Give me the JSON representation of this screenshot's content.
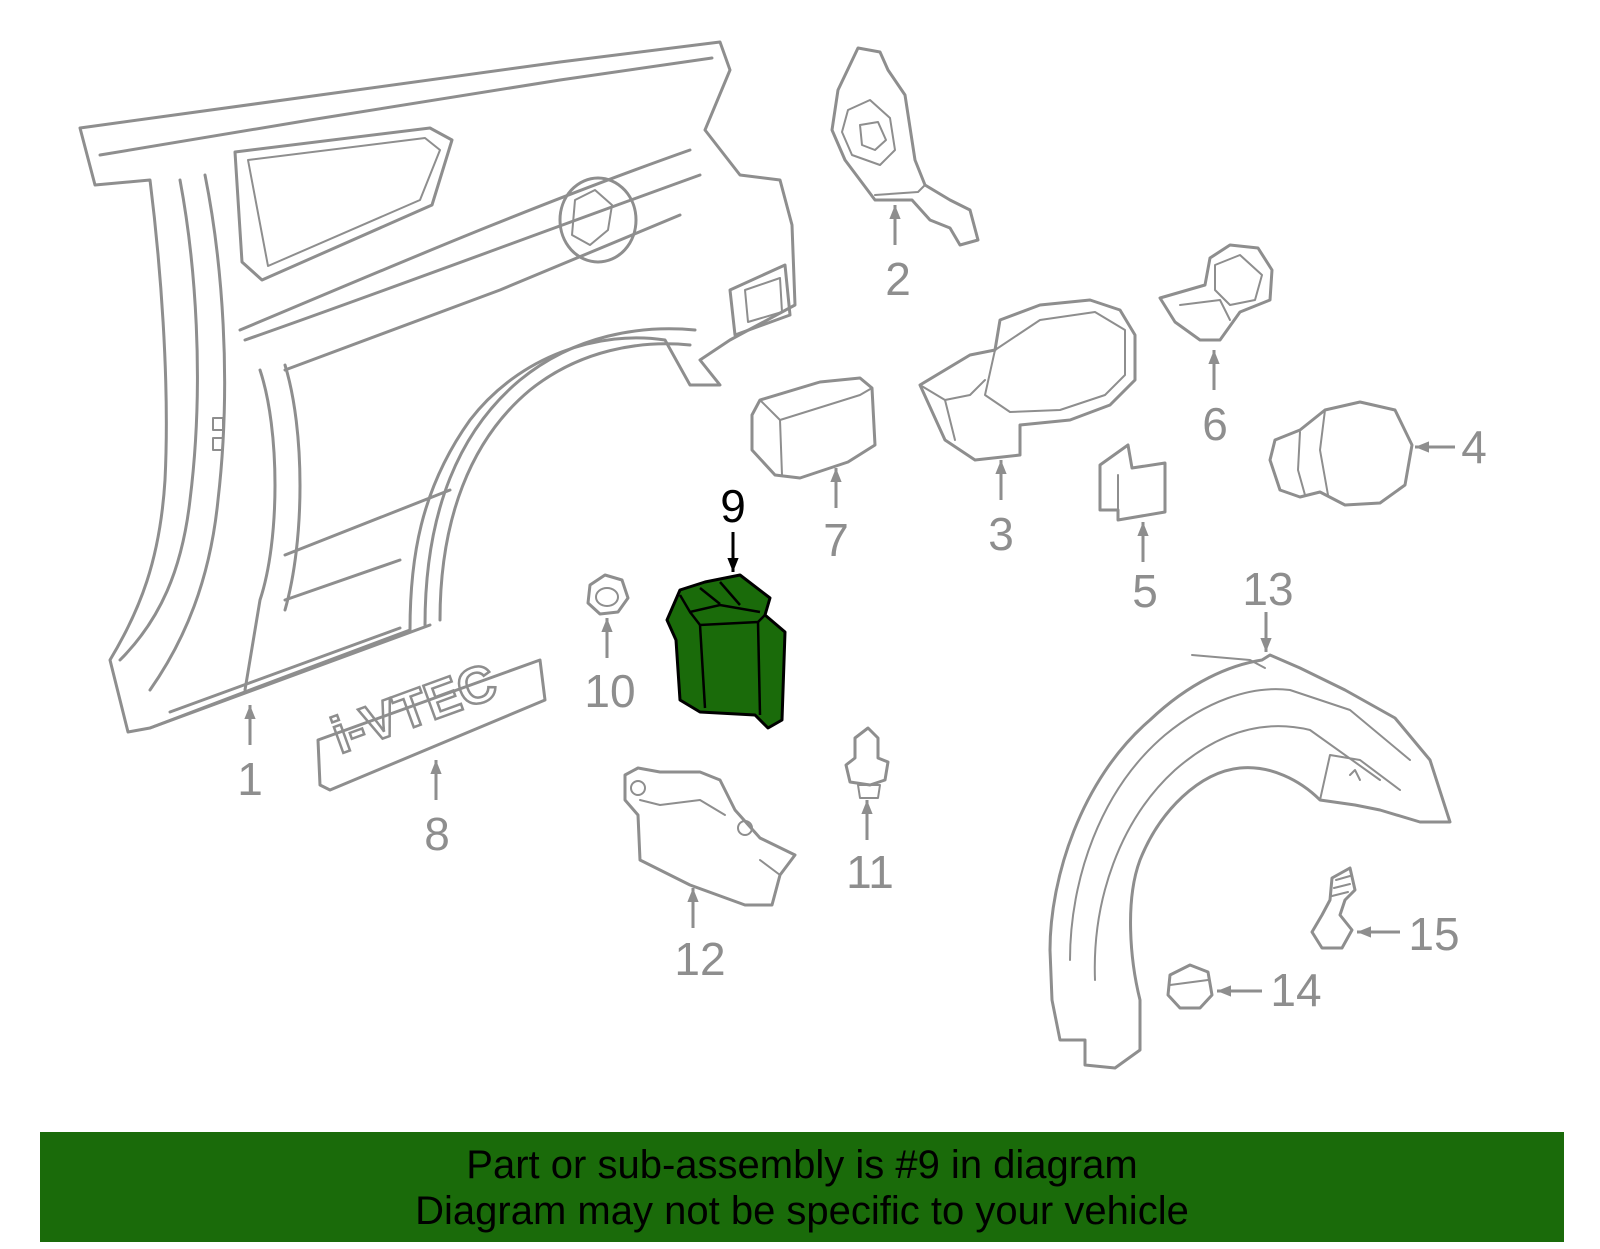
{
  "diagram": {
    "highlighted_part": "9",
    "callouts": [
      {
        "id": "c1",
        "label": "1"
      },
      {
        "id": "c2",
        "label": "2"
      },
      {
        "id": "c3",
        "label": "3"
      },
      {
        "id": "c4",
        "label": "4"
      },
      {
        "id": "c5",
        "label": "5"
      },
      {
        "id": "c6",
        "label": "6"
      },
      {
        "id": "c7",
        "label": "7"
      },
      {
        "id": "c8",
        "label": "8"
      },
      {
        "id": "c9",
        "label": "9"
      },
      {
        "id": "c10",
        "label": "10"
      },
      {
        "id": "c11",
        "label": "11"
      },
      {
        "id": "c12",
        "label": "12"
      },
      {
        "id": "c13",
        "label": "13"
      },
      {
        "id": "c14",
        "label": "14"
      },
      {
        "id": "c15",
        "label": "15"
      }
    ],
    "emblem_text": "i-VTEC"
  },
  "footer": {
    "line1": "Part or sub-assembly is #9 in diagram",
    "line2": "Diagram may not be specific to your vehicle"
  },
  "colors": {
    "highlight_fill": "#1a6b0a",
    "line_art": "#8e8e8e",
    "banner": "#1a6b0a"
  }
}
